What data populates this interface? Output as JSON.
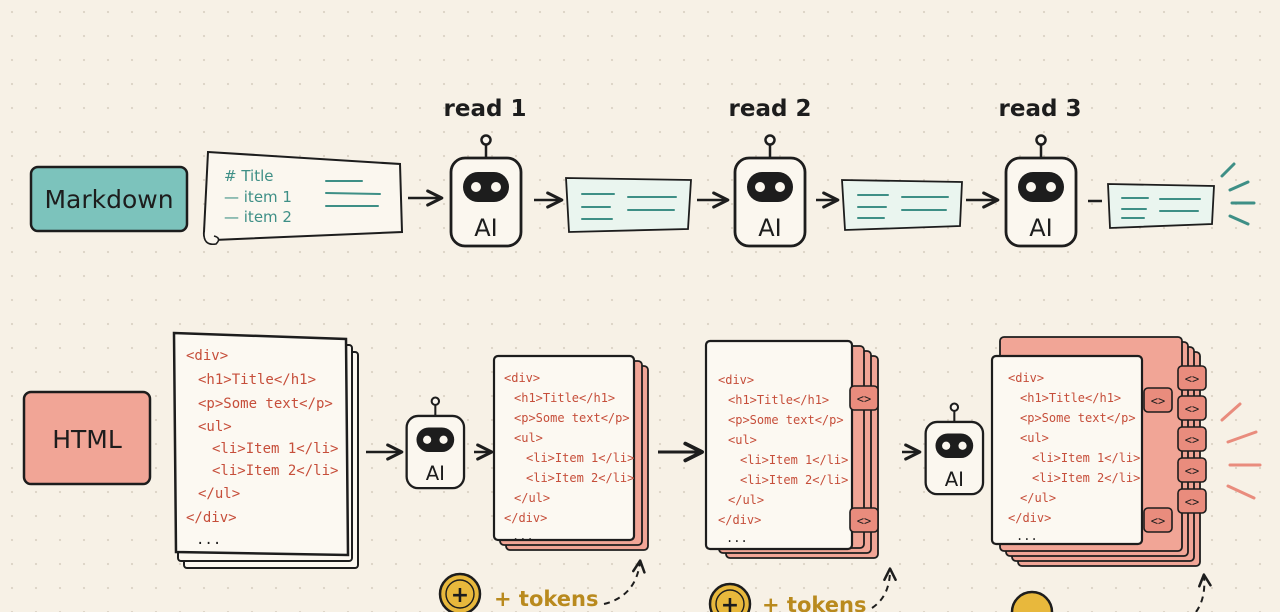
{
  "labels": {
    "markdown": "Markdown",
    "html": "HTML"
  },
  "markdown_row": {
    "reads": [
      "read 1",
      "read 2",
      "read 3"
    ],
    "source_lines": [
      "# Title",
      "— item 1",
      "— item 2"
    ]
  },
  "robot_label": "AI",
  "html_row": {
    "source_lines": [
      "<div>",
      "<h1>Title</h1>",
      "<p>Some text</p>",
      "<ul>",
      "<li>Item 1</li>",
      "<li>Item 2</li>",
      "</ul>",
      "</div>",
      "..."
    ],
    "tag_tab": "<>",
    "token_label": "+ tokens",
    "token_symbol": "+"
  },
  "colors": {
    "teal": "#3e8f86",
    "teal_fill": "#7cc3bc",
    "salmon": "#e98c7d",
    "salmon_fill": "#f1a596",
    "code_red": "#c64e3a",
    "ink": "#1d1d1d",
    "gold": "#e8b83c",
    "token_text": "#b98a1e"
  }
}
